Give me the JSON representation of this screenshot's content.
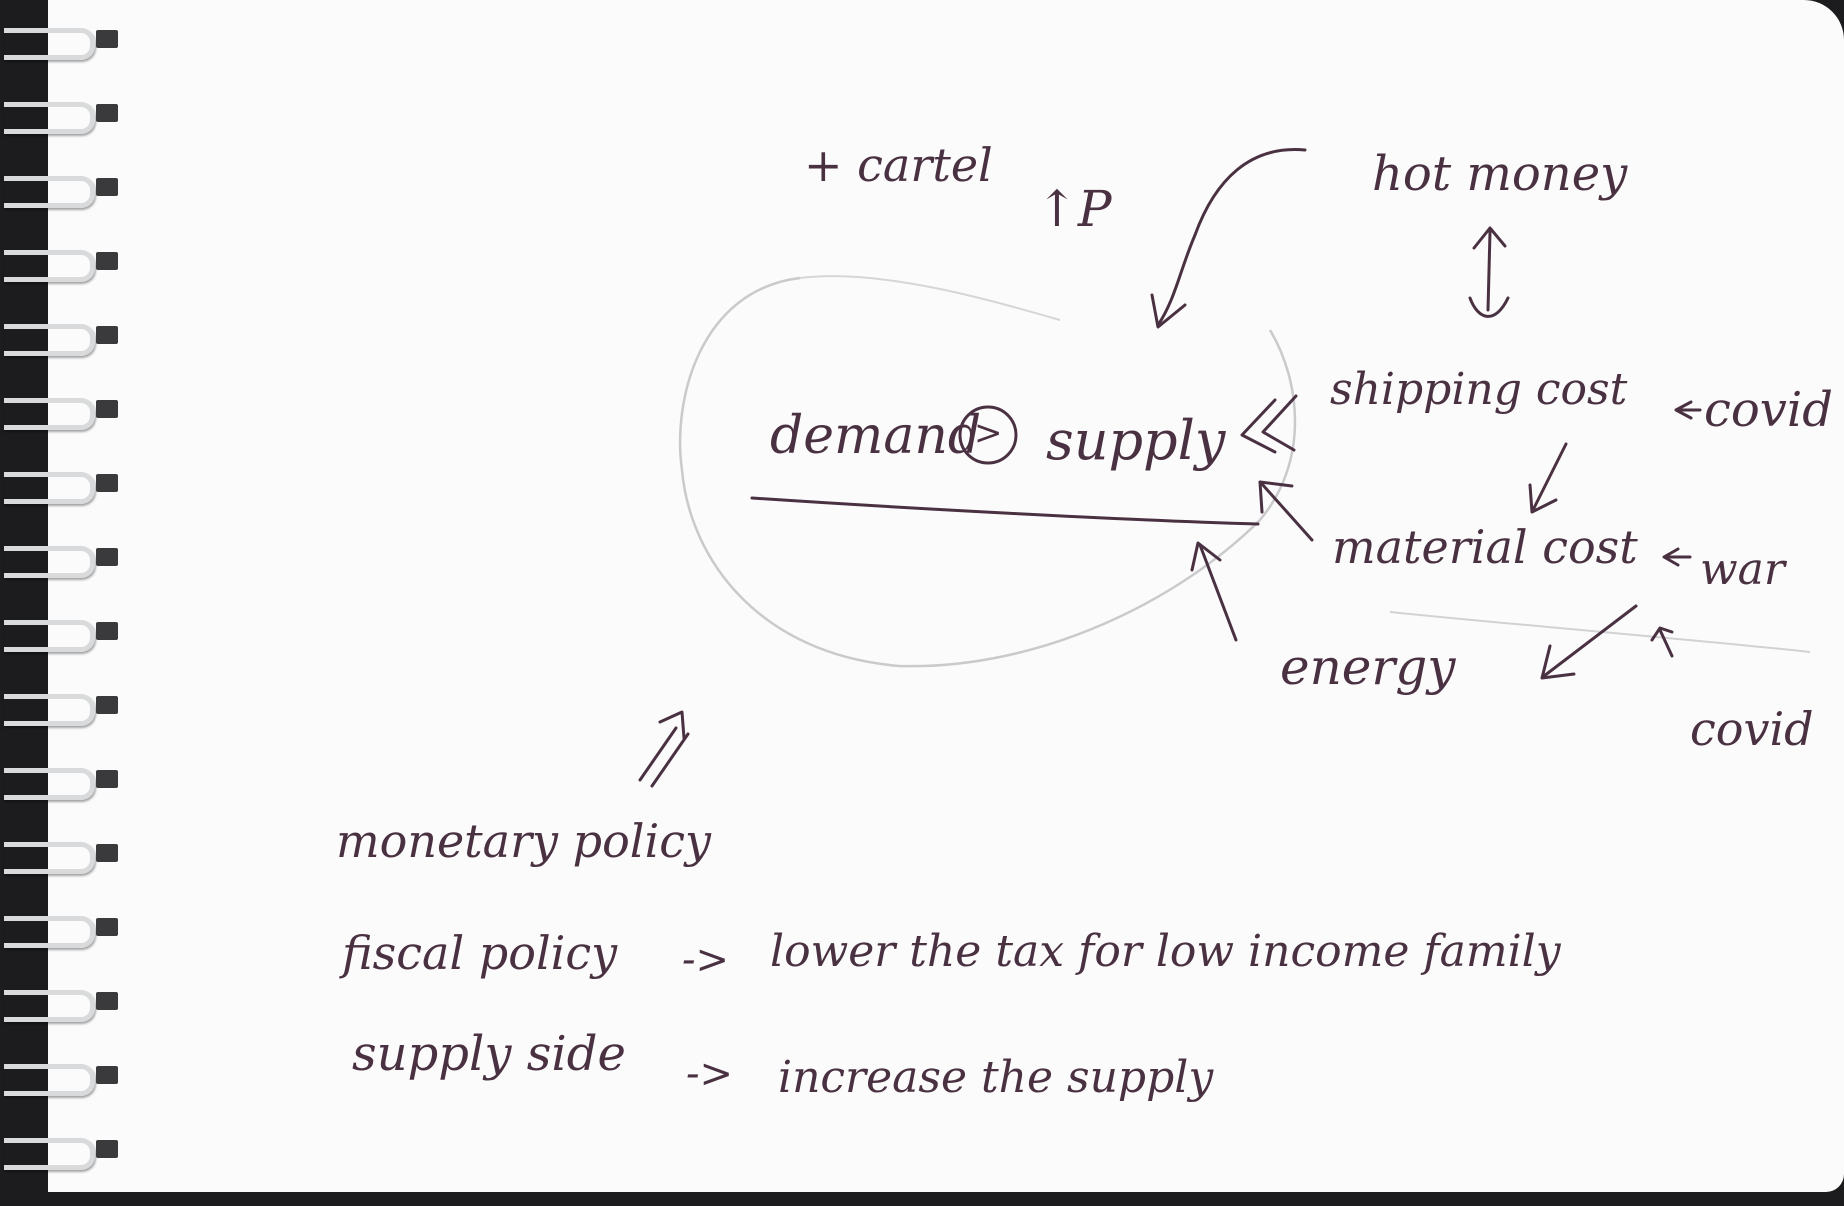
{
  "notes": {
    "cartel": "+ cartel",
    "price_up": "↑P",
    "hot_money": "hot money",
    "demand": "demand",
    "greater": ">",
    "supply": "supply",
    "shipping_cost": "shipping cost",
    "covid_1": "covid",
    "material_cost": "material cost",
    "war": "war",
    "energy": "energy",
    "covid_2": "covid",
    "monetary_policy": "monetary policy",
    "fiscal_policy": "fiscal policy",
    "fiscal_arrow": "->",
    "fiscal_action": "lower the tax for low income family",
    "supply_side": "supply side",
    "supply_side_arrow": "->",
    "supply_side_action": "increase the supply"
  },
  "colors": {
    "ink": "#4a3142",
    "pencil": "#c9c9cc",
    "paper": "#fbfbfb",
    "background": "#1c1c1e",
    "spiral": "#d9dadc"
  }
}
